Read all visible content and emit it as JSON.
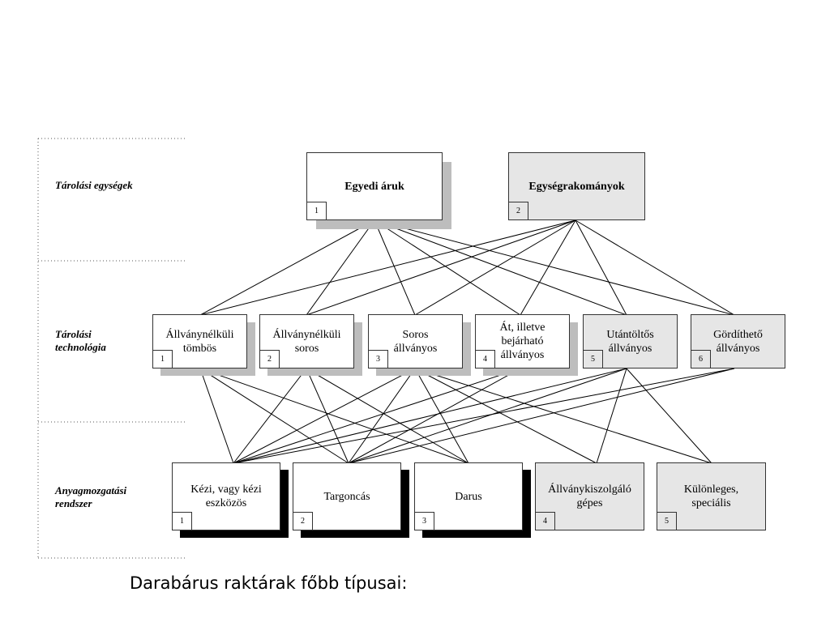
{
  "rows": {
    "storage_units": "Tárolási egységek",
    "storage_technology": "Tárolási\ntechnológia",
    "handling_system": "Anyagmozgatási\nrendszer"
  },
  "units": [
    {
      "num": "1",
      "label": "Egyedi áruk"
    },
    {
      "num": "2",
      "label": "Egységrakományok"
    }
  ],
  "technologies": [
    {
      "num": "1",
      "label": "Állványnélküli\ntömbös"
    },
    {
      "num": "2",
      "label": "Állványnélküli\nsoros"
    },
    {
      "num": "3",
      "label": "Soros\nállványos"
    },
    {
      "num": "4",
      "label": "Át, illetve\nbejárható\nállványos"
    },
    {
      "num": "5",
      "label": "Utántöltős\nállványos"
    },
    {
      "num": "6",
      "label": "Gördíthető\nállványos"
    }
  ],
  "systems": [
    {
      "num": "1",
      "label": "Kézi, vagy kézi\neszközös"
    },
    {
      "num": "2",
      "label": "Targoncás"
    },
    {
      "num": "3",
      "label": "Darus"
    },
    {
      "num": "4",
      "label": "Állványkiszolgáló\ngépes"
    },
    {
      "num": "5",
      "label": "Különleges,\nspeciális"
    }
  ],
  "caption": "Darabárus raktárak főbb típusai:"
}
